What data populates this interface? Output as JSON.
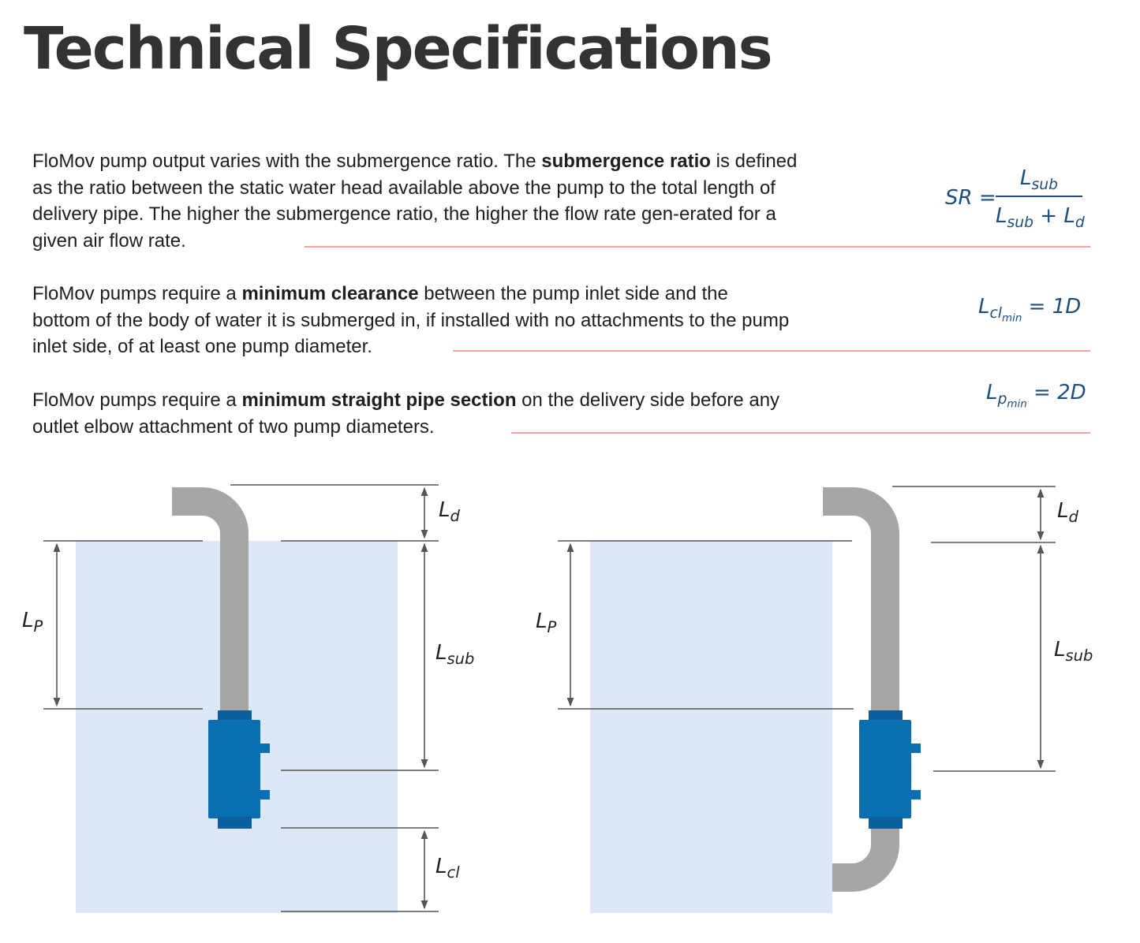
{
  "page": {
    "title": "Technical Specifications"
  },
  "paragraphs": {
    "p1": {
      "a": "FloMov pump output varies with the submergence ratio. The ",
      "bold": "submergence ratio",
      "b": " is defined as the ratio between the static water head available above the pump to the total length of delivery pipe. The higher the submergence ratio, the higher the flow rate gen-erated for a given air flow rate."
    },
    "p2": {
      "a": "FloMov pumps require a ",
      "bold": "minimum clearance",
      "b": " between the pump inlet side and the bottom of the body of water it is submerged in, if installed with no attachments to the pump inlet side, of at least one pump diameter."
    },
    "p3": {
      "a": "FloMov pumps require a ",
      "bold": "minimum straight pipe section",
      "b": " on the delivery side before any outlet elbow attachment of two pump diameters."
    }
  },
  "formulas": {
    "sr": {
      "lhs": "SR =",
      "num_L": "L",
      "num_sub": "sub",
      "den_L1": "L",
      "den_sub1": "sub",
      "den_plus": " + ",
      "den_L2": "L",
      "den_sub2": "d"
    },
    "clearance": {
      "L": "L",
      "sub1": "cl",
      "sub2": "min",
      "rhs": " = 1D"
    },
    "pipe": {
      "L": "L",
      "sub1": "p",
      "sub2": "min",
      "rhs": " = 2D"
    }
  },
  "labels": {
    "left": {
      "ld": {
        "L": "L",
        "sub": "d"
      },
      "lp": {
        "L": "L",
        "sub": "P"
      },
      "lsub": {
        "L": "L",
        "sub": "sub"
      },
      "lcl": {
        "L": "L",
        "sub": "cl"
      }
    },
    "right": {
      "ld": {
        "L": "L",
        "sub": "d"
      },
      "lp": {
        "L": "L",
        "sub": "P"
      },
      "lsub": {
        "L": "L",
        "sub": "sub"
      }
    }
  },
  "colors": {
    "water": "#dce8f7",
    "pipe": "#a6a6a6",
    "pump": "#0a6fb0",
    "pump_cap": "#0b5f9c",
    "dimension_line": "#555555",
    "rule": "#f2a3a3",
    "formula": "#1f4e79"
  }
}
